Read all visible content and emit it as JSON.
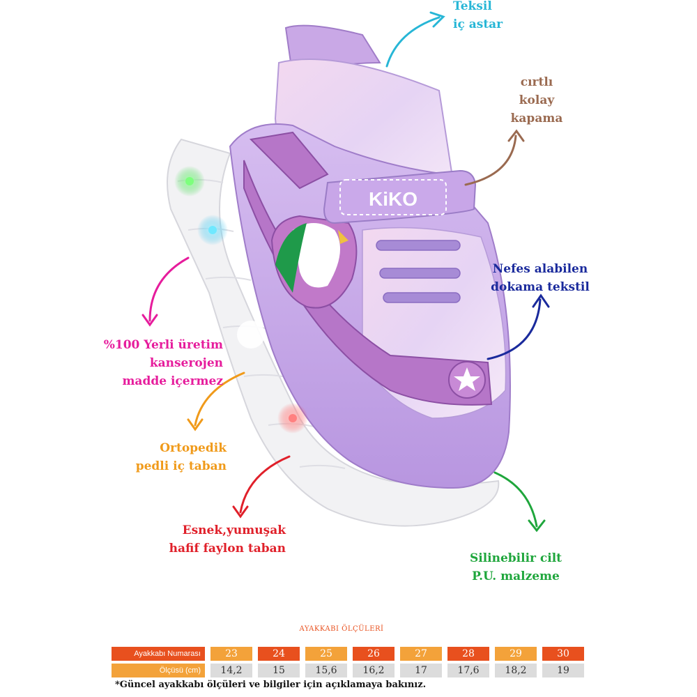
{
  "brand": "KiKO",
  "colors": {
    "teal": "#27b6d6",
    "brown": "#9a6a50",
    "navy": "#1a2a9c",
    "magenta": "#e61c9c",
    "orange": "#f09a1a",
    "red": "#e0202a",
    "green": "#1fa63c",
    "shoe_purple": "#c9a8e6",
    "sole_white": "#f2f2f4"
  },
  "callouts": {
    "lining": [
      "Teksil",
      "iç astar"
    ],
    "velcro": [
      "cırtlı",
      "kolay",
      "kapama"
    ],
    "textile": [
      "Nefes alabilen",
      "dokama tekstil"
    ],
    "local": [
      "%100 Yerli üretim",
      "kanserojen",
      "madde içermez"
    ],
    "insole": [
      "Ortopedik",
      "pedli iç taban"
    ],
    "sole": [
      "Esnek,yumuşak",
      "hafif faylon taban"
    ],
    "leather": [
      "Silinebilir cilt",
      "P.U. malzeme"
    ]
  },
  "size_chart": {
    "title": "AYAKKABI ÖLÇÜLERİ",
    "row_label_size": "Ayakkabı Numarası",
    "row_label_length": "Ölçüsü (cm)",
    "sizes": [
      "23",
      "24",
      "25",
      "26",
      "27",
      "28",
      "29",
      "30"
    ],
    "lengths": [
      "14,2",
      "15",
      "15,6",
      "16,2",
      "17",
      "17,6",
      "18,2",
      "19"
    ]
  },
  "footnote": "*Güncel ayakkabı ölçüleri ve bilgiler için açıklamaya bakınız."
}
